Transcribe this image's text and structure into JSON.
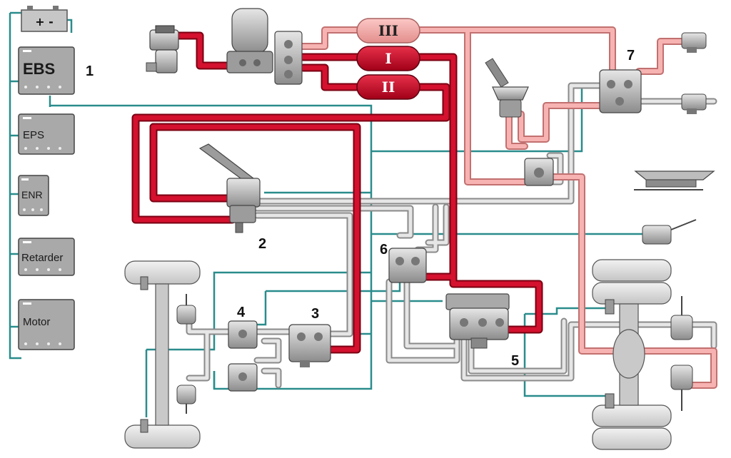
{
  "colors": {
    "red": "#c8102e",
    "red_dark": "#7a0012",
    "pink": "#f4a9a8",
    "pink_dark": "#c27070",
    "teal": "#2a8c8c",
    "grey_pipe": "#d8d8d8",
    "grey_pipe_edge": "#8a8a8a",
    "ecu_fill": "#a8a8a8",
    "component_fill": "#b8b8b8"
  },
  "battery": {
    "label": "+ -"
  },
  "ecus": [
    {
      "id": "ebs",
      "label": "EBS"
    },
    {
      "id": "eps",
      "label": "EPS"
    },
    {
      "id": "enr",
      "label": "ENR"
    },
    {
      "id": "retarder",
      "label": "Retarder"
    },
    {
      "id": "motor",
      "label": "Motor"
    }
  ],
  "tanks": [
    {
      "id": "tank-3",
      "label": "III"
    },
    {
      "id": "tank-1",
      "label": "I"
    },
    {
      "id": "tank-2",
      "label": "II"
    }
  ],
  "numbers": [
    {
      "id": "n1",
      "label": "1"
    },
    {
      "id": "n2",
      "label": "2"
    },
    {
      "id": "n3",
      "label": "3"
    },
    {
      "id": "n4",
      "label": "4"
    },
    {
      "id": "n5",
      "label": "5"
    },
    {
      "id": "n6",
      "label": "6"
    },
    {
      "id": "n7",
      "label": "7"
    }
  ]
}
